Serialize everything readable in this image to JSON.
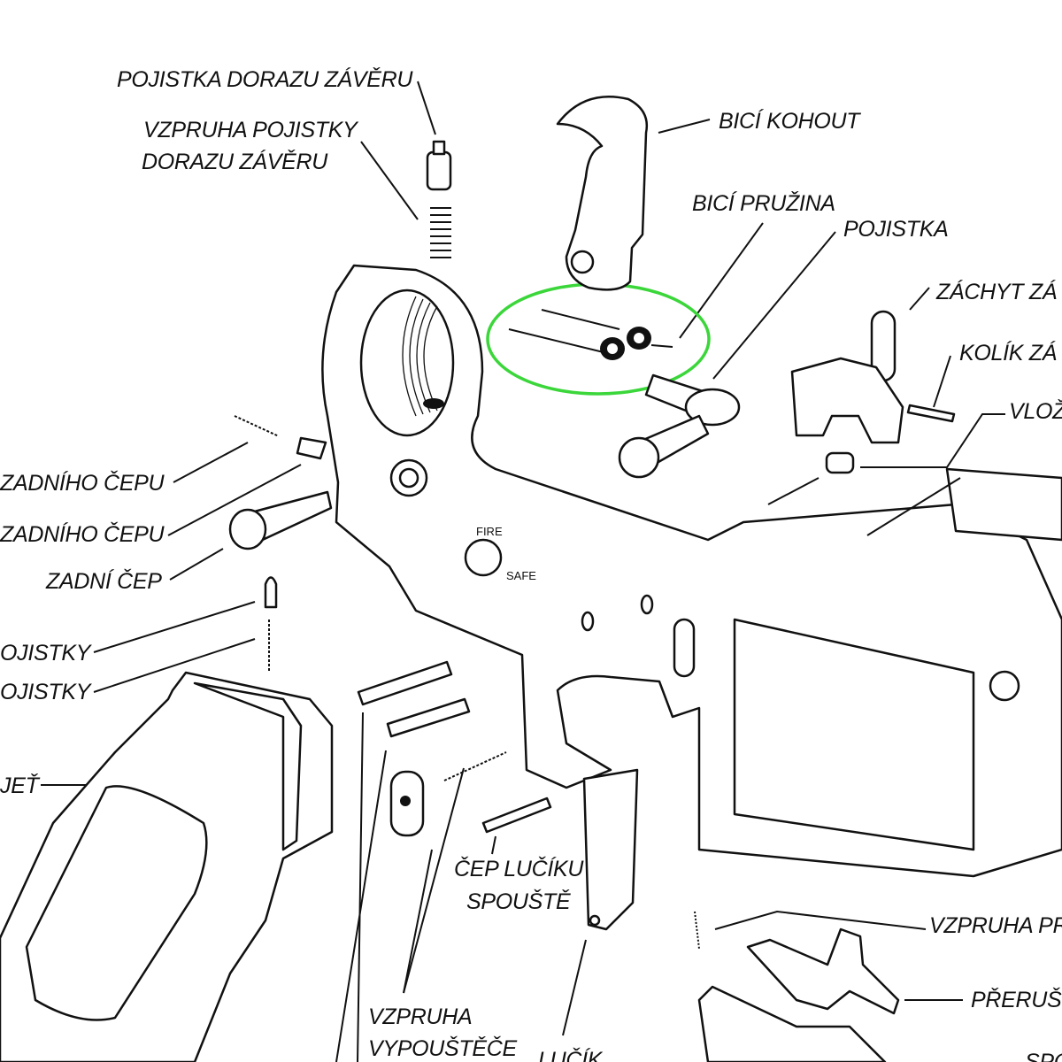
{
  "diagram": {
    "highlight_color": "#3bd63a",
    "labels": {
      "bolt_catch_plunger": "POJISTKA DORAZU ZÁVĚRU",
      "bolt_catch_spring_1": "VZPRUHA POJISTKY",
      "bolt_catch_spring_2": "DORAZU ZÁVĚRU",
      "hammer": "BICÍ KOHOUT",
      "hammer_spring": "BICÍ PRUŽINA",
      "safety": "POJISTKA",
      "bolt_catch": "ZÁCHYT ZÁ",
      "bolt_catch_pin": "KOLÍK ZÁ",
      "insert": "VLOŽ",
      "rear_pin_spring": "ZADNÍHO ČEPU",
      "rear_pin_detent": "ZADNÍHO ČEPU",
      "rear_pin": "ZADNÍ ČEP",
      "safety_detent": "OJISTKY",
      "safety_spring": "OJISTKY",
      "grip": "JEŤ",
      "trigger_guard_pin_1": "ČEP LUČÍKU",
      "trigger_guard_pin_2": "SPOUŠTĚ",
      "disconnector_spring": "VZPRUHA PR",
      "disconnector": "PŘERUŠ",
      "trigger_spring_1": "VZPRUHA",
      "trigger_spring_2": "VYPOUŠTĚČE",
      "trigger_guard": "LUČÍK",
      "trigger": "SPO"
    },
    "selector_marks": {
      "fire": "FIRE",
      "safe": "SAFE"
    }
  }
}
